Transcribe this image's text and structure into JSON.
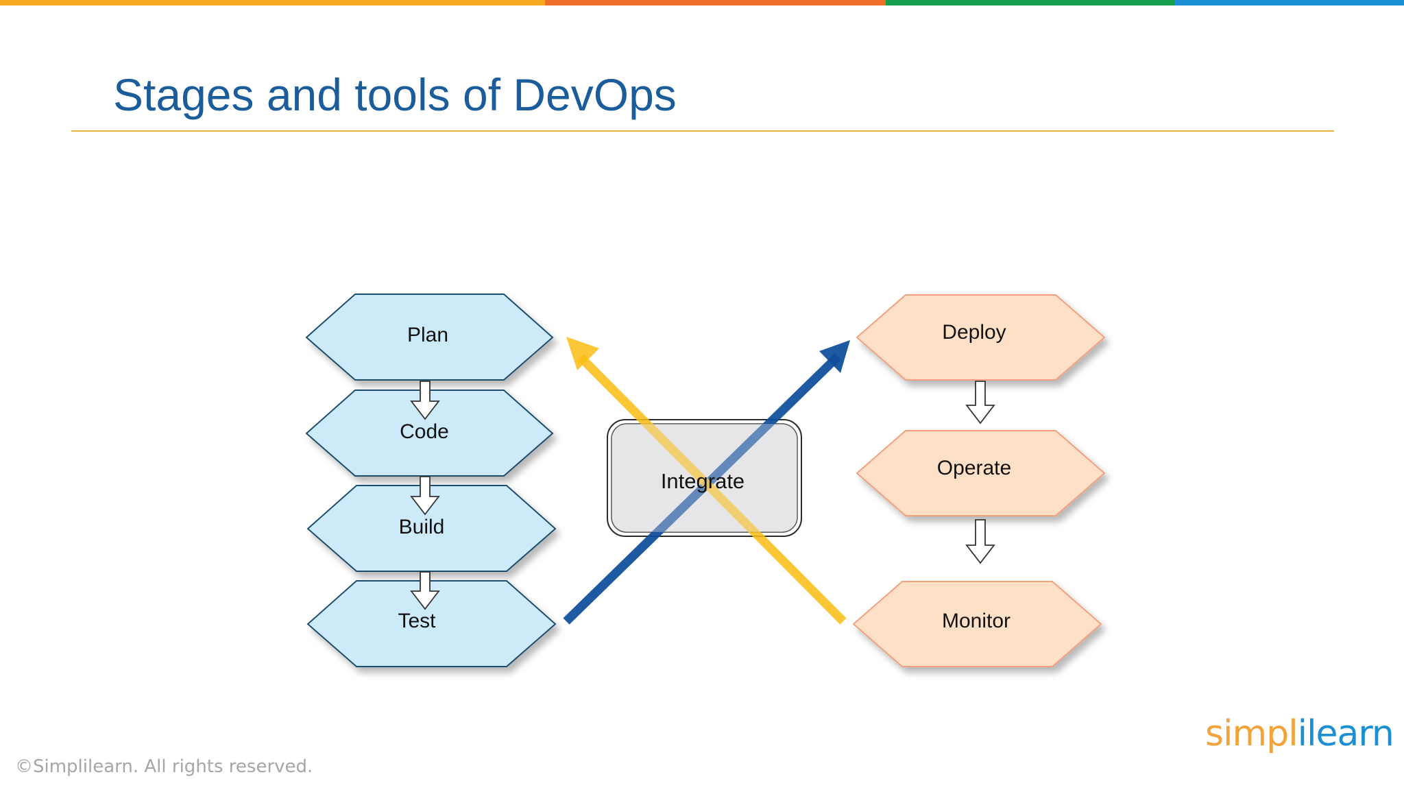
{
  "slide": {
    "title": "Stages and tools of DevOps",
    "copyright": "©Simplilearn. All rights reserved.",
    "logo": {
      "part_a": "simpl",
      "part_b": "ilearn"
    }
  },
  "colors": {
    "top_strip": [
      "#f7a823",
      "#ef6f28",
      "#14a04b",
      "#1a8fd1"
    ],
    "title": "#1b5c9a",
    "rule": "#e6b33a",
    "dev_fill": "#cdeaf9",
    "dev_stroke": "#1f4e6e",
    "ops_fill": "#fde0c5",
    "ops_stroke": "#f2a07f",
    "integrate_fill": "#e6e6e8",
    "blue_arrow": "#0d4e9b",
    "yellow_arrow": "#fbbd13"
  },
  "diagram": {
    "dev_stages": [
      "Plan",
      "Code",
      "Build",
      "Test"
    ],
    "center_stage": "Integrate",
    "ops_stages": [
      "Deploy",
      "Operate",
      "Monitor"
    ]
  }
}
